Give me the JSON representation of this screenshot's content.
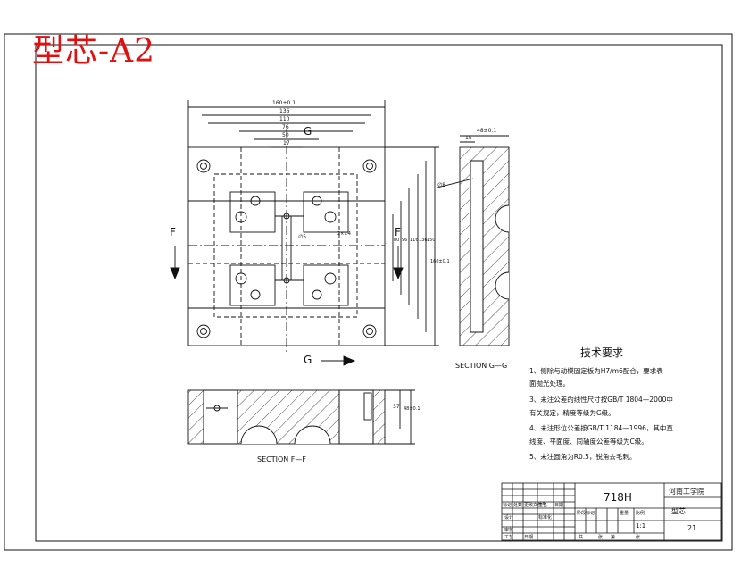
{
  "sheet_title": "型芯-A2",
  "views": {
    "plan": {
      "dims_top": [
        "160±0.1",
        "136",
        "110",
        "76",
        "50",
        "17"
      ],
      "dims_right": [
        "1",
        "80",
        "96",
        "116",
        "136",
        "150",
        "160±0.1"
      ],
      "small_labels": [
        "∅5",
        "2×∅4"
      ],
      "section_f_label": "F",
      "section_g_label": "G"
    },
    "section_gg": {
      "caption": "SECTION G—G",
      "dim_top": "48±0.1",
      "dim_small": "15",
      "callout": "∅8"
    },
    "section_ff": {
      "caption": "SECTION F—F",
      "dim_h1": "37",
      "dim_h2": "48±0.1"
    }
  },
  "tech_requirements": {
    "heading": "技术要求",
    "items": [
      "1、侧除与动模固定板为H7/m6配合，要求表",
      "   面抛光处理。",
      "3、未注公差的线性尺寸按GB/T 1804—2000中",
      "   有关规定，精度等级为G级。",
      "4、未注形位公差按GB/T 1184—1996，其中直",
      "   线度、平面度、同轴度公差等级为C级。",
      "5、未注圆角为R0.5，锐角去毛刺。"
    ]
  },
  "title_block": {
    "material": "718H",
    "school": "河南工学院",
    "part_name": "型芯",
    "sheet_no": "21",
    "scale": "1:1",
    "header_cells": [
      "标记",
      "处数",
      "更改文件号",
      "签名",
      "日期"
    ],
    "row_design": [
      "设计",
      "",
      "标准化"
    ],
    "row_review": [
      "审核",
      "",
      "",
      ""
    ],
    "row_process": [
      "工艺",
      "",
      "日期"
    ],
    "stage_cells": [
      "阶段标记",
      "重量",
      "比例"
    ],
    "sheet_cells": [
      "共",
      "张",
      "第",
      "张"
    ]
  }
}
